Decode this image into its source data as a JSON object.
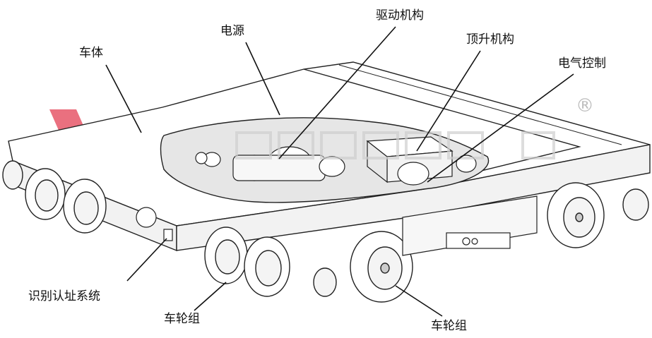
{
  "diagram": {
    "labels": {
      "car_body": "车体",
      "power": "电源",
      "drive": "驱动机构",
      "lift": "顶升机构",
      "electric": "电气控制",
      "id_system": "识别认址系统",
      "wheel_left": "车轮组",
      "wheel_right": "车轮组"
    },
    "registered_mark": "®",
    "colors": {
      "line": "#222222",
      "fill": "#ffffff",
      "shade": "#e6e6e6",
      "logo": "#e23a4e",
      "watermark": "#cfcfcf"
    }
  }
}
